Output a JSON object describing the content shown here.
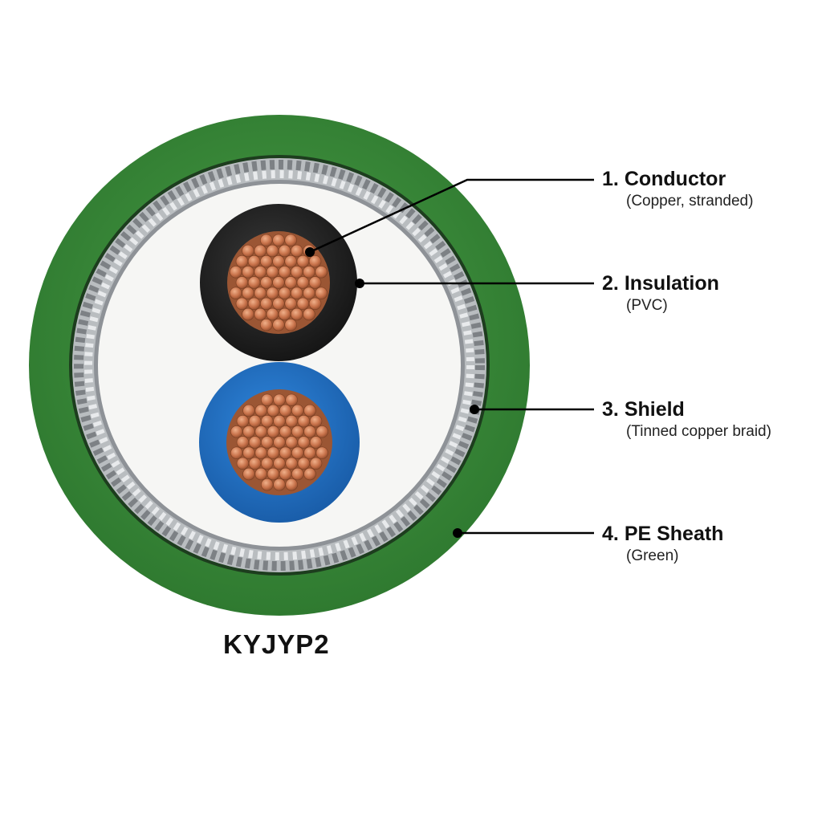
{
  "product_code": "KYJYP2",
  "layers": [
    {
      "number": "1.",
      "name": "Conductor",
      "detail": "(Copper, stranded)"
    },
    {
      "number": "2.",
      "name": "Insulation",
      "detail": "(PVC)"
    },
    {
      "number": "3.",
      "name": "Shield",
      "detail": "(Tinned copper braid)"
    },
    {
      "number": "4.",
      "name": "PE Sheath",
      "detail": "(Green)"
    }
  ],
  "colors": {
    "sheath": "#3b8a3a",
    "shield": "#b9bdc0",
    "filler": "#f6f6f4",
    "core1_insulation": "#2a2a2a",
    "core2_insulation": "#1f6fc4",
    "copper": "#c8724a",
    "leader": "#000000"
  }
}
